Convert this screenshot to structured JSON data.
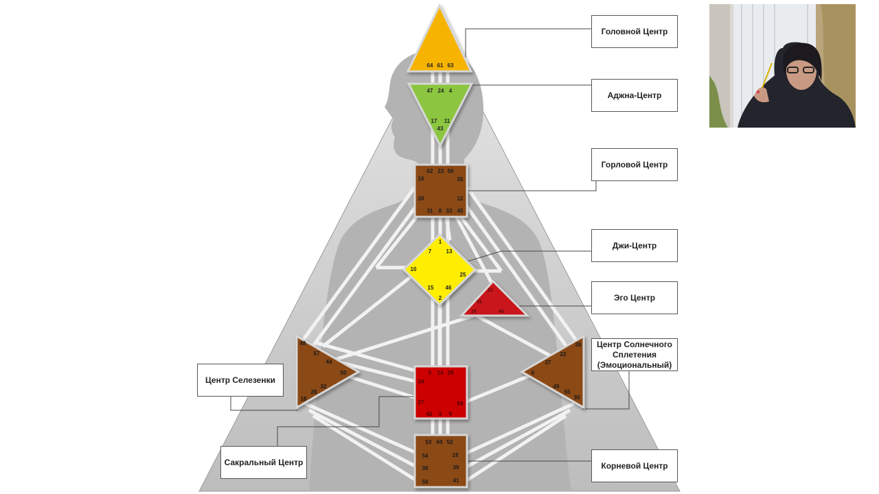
{
  "labels": {
    "head": "Головной Центр",
    "ajna": "Аджна-Центр",
    "throat": "Горловой Центр",
    "g": "Джи-Центр",
    "ego": "Эго Центр",
    "solar": [
      "Центр Солнечного",
      "Сплетения",
      "(Эмоциональный)"
    ],
    "spleen": "Центр Селезенки",
    "sacral": "Сакральный Центр",
    "root": "Корневой Центр"
  },
  "gates": {
    "head": [
      "64",
      "61",
      "63"
    ],
    "ajna": [
      "47",
      "24",
      "4",
      "17",
      "11",
      "43"
    ],
    "throat": [
      "62",
      "23",
      "56",
      "16",
      "35",
      "20",
      "12",
      "31",
      "8",
      "33",
      "45"
    ],
    "g": [
      "1",
      "7",
      "13",
      "10",
      "25",
      "15",
      "46",
      "2"
    ],
    "ego": [
      "21",
      "51",
      "26",
      "40"
    ],
    "spleen": [
      "48",
      "57",
      "44",
      "50",
      "32",
      "28",
      "18"
    ],
    "solar": [
      "36",
      "22",
      "37",
      "6",
      "49",
      "55",
      "30"
    ],
    "sacral": [
      "5",
      "14",
      "29",
      "34",
      "27",
      "59",
      "42",
      "3",
      "9"
    ],
    "root": [
      "53",
      "60",
      "52",
      "54",
      "19",
      "38",
      "39",
      "58",
      "41"
    ]
  },
  "colors": {
    "head": "#f6b400",
    "ajna": "#8cc63f",
    "throat": "#8b4a12",
    "g": "#ffee00",
    "ego": "#c8161a",
    "spleen": "#8b4a12",
    "solar": "#8b4a12",
    "sacral": "#cc0000",
    "root": "#8b4a12",
    "silhouette": "#b5b5b5",
    "background_triangle": "#c9c9c9",
    "channel": "#f2f2f2"
  },
  "webcam": {
    "icon": "presenter-video"
  }
}
